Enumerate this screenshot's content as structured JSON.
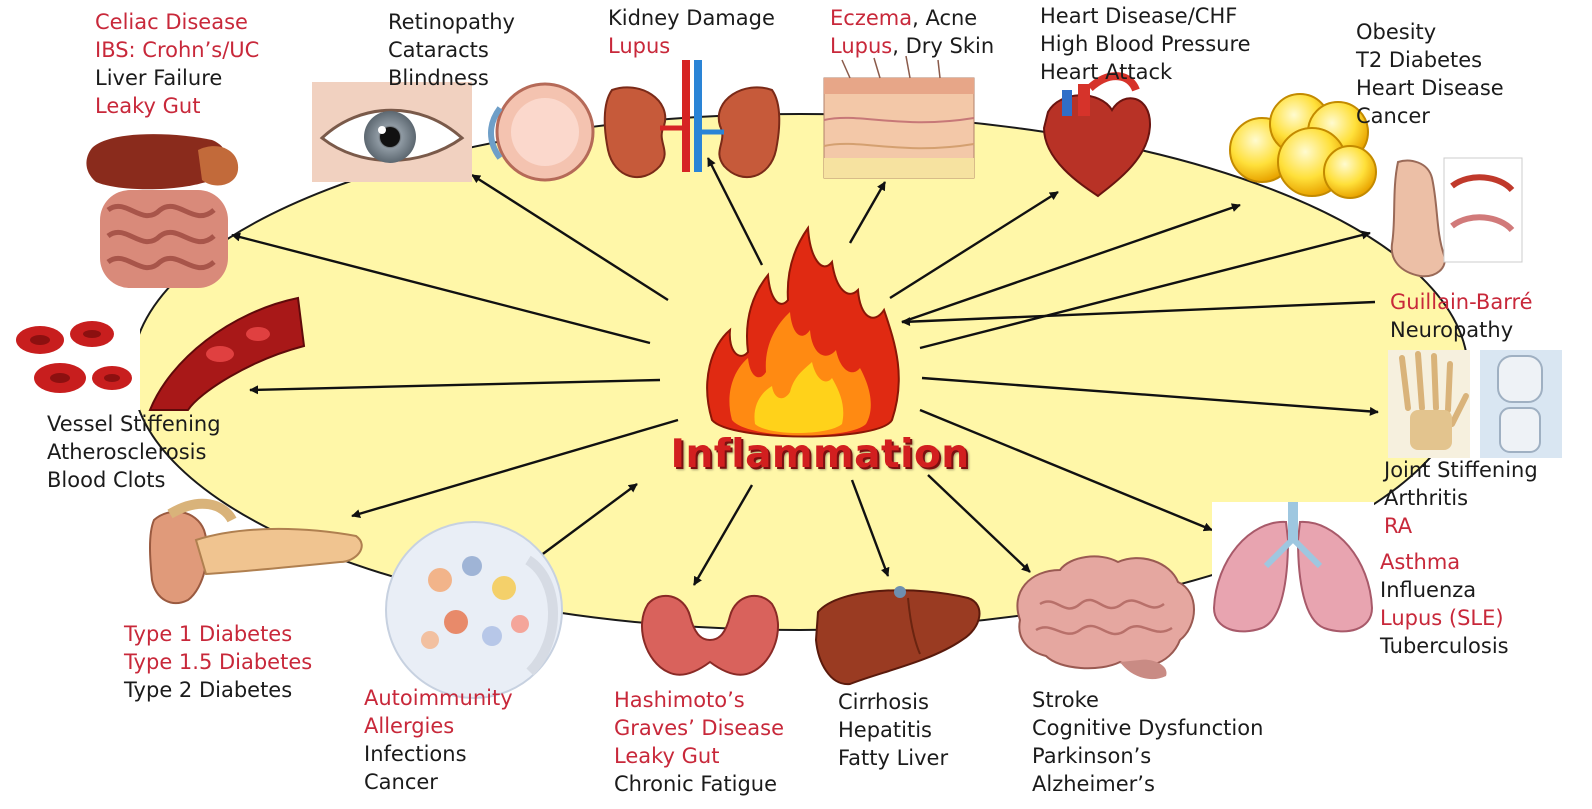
{
  "center": {
    "title": "Inflammation"
  },
  "colors": {
    "disease_red": "#c8283a",
    "text_black": "#1b1b1b",
    "ellipse_fill": "#fff7a8",
    "flame_red": "#e02a12",
    "flame_yellow": "#ffd21a"
  },
  "groups": {
    "digestive": {
      "icon": "intestine-icon",
      "items": [
        {
          "text": "Celiac Disease",
          "tone": "red"
        },
        {
          "text": "IBS: Crohn’s/UC",
          "tone": "red"
        },
        {
          "text": "Liver Failure",
          "tone": "black"
        },
        {
          "text": "Leaky Gut",
          "tone": "red"
        }
      ]
    },
    "eye": {
      "icon": "eye-icon",
      "items": [
        {
          "text": "Retinopathy",
          "tone": "black"
        },
        {
          "text": "Cataracts",
          "tone": "black"
        },
        {
          "text": "Blindness",
          "tone": "black"
        }
      ]
    },
    "kidney": {
      "icon": "kidney-icon",
      "items": [
        {
          "text": "Kidney Damage",
          "tone": "black"
        },
        {
          "text": "Lupus",
          "tone": "red"
        }
      ]
    },
    "skin": {
      "icon": "skin-icon",
      "lines": [
        [
          {
            "text": "Eczema",
            "tone": "red"
          },
          {
            "text": ", Acne",
            "tone": "black"
          }
        ],
        [
          {
            "text": "Lupus",
            "tone": "red"
          },
          {
            "text": ", Dry Skin",
            "tone": "black"
          }
        ]
      ]
    },
    "heart": {
      "icon": "heart-icon",
      "items": [
        {
          "text": "Heart Disease/CHF",
          "tone": "black"
        },
        {
          "text": "High Blood Pressure",
          "tone": "black"
        },
        {
          "text": "Heart Attack",
          "tone": "black"
        }
      ]
    },
    "fat": {
      "icon": "fat-cells-icon",
      "items": [
        {
          "text": "Obesity",
          "tone": "black"
        },
        {
          "text": "T2 Diabetes",
          "tone": "black"
        },
        {
          "text": "Heart Disease",
          "tone": "black"
        },
        {
          "text": "Cancer",
          "tone": "black"
        }
      ]
    },
    "nerve": {
      "icon": "foot-nerve-icon",
      "items": [
        {
          "text": "Guillain-Barré",
          "tone": "red"
        },
        {
          "text": "Neuropathy",
          "tone": "black"
        }
      ]
    },
    "joint": {
      "icon": "joint-icon",
      "items": [
        {
          "text": "Joint Stiffening",
          "tone": "black"
        },
        {
          "text": "Arthritis",
          "tone": "black"
        },
        {
          "text": "RA",
          "tone": "red"
        }
      ]
    },
    "lung": {
      "icon": "lungs-icon",
      "items": [
        {
          "text": "Asthma",
          "tone": "red"
        },
        {
          "text": "Influenza",
          "tone": "black"
        },
        {
          "text": "Lupus (SLE)",
          "tone": "red"
        },
        {
          "text": "Tuberculosis",
          "tone": "black"
        }
      ]
    },
    "brain": {
      "icon": "brain-icon",
      "items": [
        {
          "text": "Stroke",
          "tone": "black"
        },
        {
          "text": "Cognitive Dysfunction",
          "tone": "black"
        },
        {
          "text": "Parkinson’s",
          "tone": "black"
        },
        {
          "text": "Alzheimer’s",
          "tone": "black"
        }
      ]
    },
    "liver": {
      "icon": "liver-icon",
      "items": [
        {
          "text": "Cirrhosis",
          "tone": "black"
        },
        {
          "text": "Hepatitis",
          "tone": "black"
        },
        {
          "text": "Fatty Liver",
          "tone": "black"
        }
      ]
    },
    "thyroid": {
      "icon": "thyroid-icon",
      "items": [
        {
          "text": "Hashimoto’s",
          "tone": "red"
        },
        {
          "text": "Graves’ Disease",
          "tone": "red"
        },
        {
          "text": "Leaky Gut",
          "tone": "red"
        },
        {
          "text": "Chronic Fatigue",
          "tone": "black"
        }
      ]
    },
    "immune": {
      "icon": "immune-cells-icon",
      "items": [
        {
          "text": "Autoimmunity",
          "tone": "red"
        },
        {
          "text": "Allergies",
          "tone": "red"
        },
        {
          "text": "Infections",
          "tone": "black"
        },
        {
          "text": "Cancer",
          "tone": "black"
        }
      ]
    },
    "pancreas": {
      "icon": "pancreas-icon",
      "items": [
        {
          "text": "Type 1 Diabetes",
          "tone": "red"
        },
        {
          "text": "Type 1.5 Diabetes",
          "tone": "red"
        },
        {
          "text": "Type 2 Diabetes",
          "tone": "black"
        }
      ]
    },
    "vessel": {
      "icon": "blood-vessel-icon",
      "items": [
        {
          "text": "Vessel Stiffening",
          "tone": "black"
        },
        {
          "text": "Atherosclerosis",
          "tone": "black"
        },
        {
          "text": "Blood Clots",
          "tone": "black"
        }
      ]
    }
  }
}
